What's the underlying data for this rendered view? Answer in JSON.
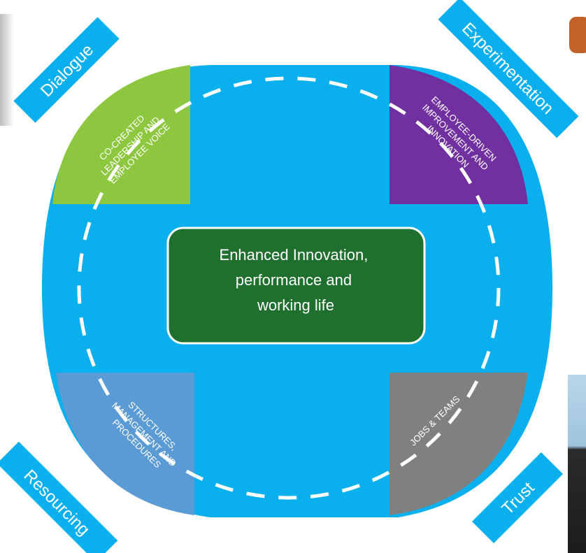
{
  "diagram": {
    "center": {
      "lines": [
        "Enhanced Innovation,",
        "performance and",
        "working life"
      ],
      "color": "#1f6f2e"
    },
    "quadrants": [
      {
        "id": "top-left",
        "lines": [
          "CO-CREATED",
          "LEADERSHIP AND",
          "EMPLOYEE VOICE"
        ],
        "color": "#8dc63f"
      },
      {
        "id": "top-right",
        "lines": [
          "EMPLOYEE-DRIVEN",
          "IMPROVEMENT AND",
          "INNOVATION"
        ],
        "color": "#7030a0"
      },
      {
        "id": "bottom-left",
        "lines": [
          "STRUCTURES,",
          "MANAGEMENT AND",
          "PROCEDURES"
        ],
        "color": "#5b9bd5"
      },
      {
        "id": "bottom-right",
        "lines": [
          "JOBS & TEAMS"
        ],
        "color": "#808080"
      }
    ],
    "tags": {
      "dialogue": "Dialogue",
      "experimentation": "Experimentation",
      "resourcing": "Resourcing",
      "trust": "Trust"
    },
    "colors": {
      "circle": "#0ab0ee",
      "tag": "#0ab0ee",
      "dash": "#ffffff"
    }
  }
}
